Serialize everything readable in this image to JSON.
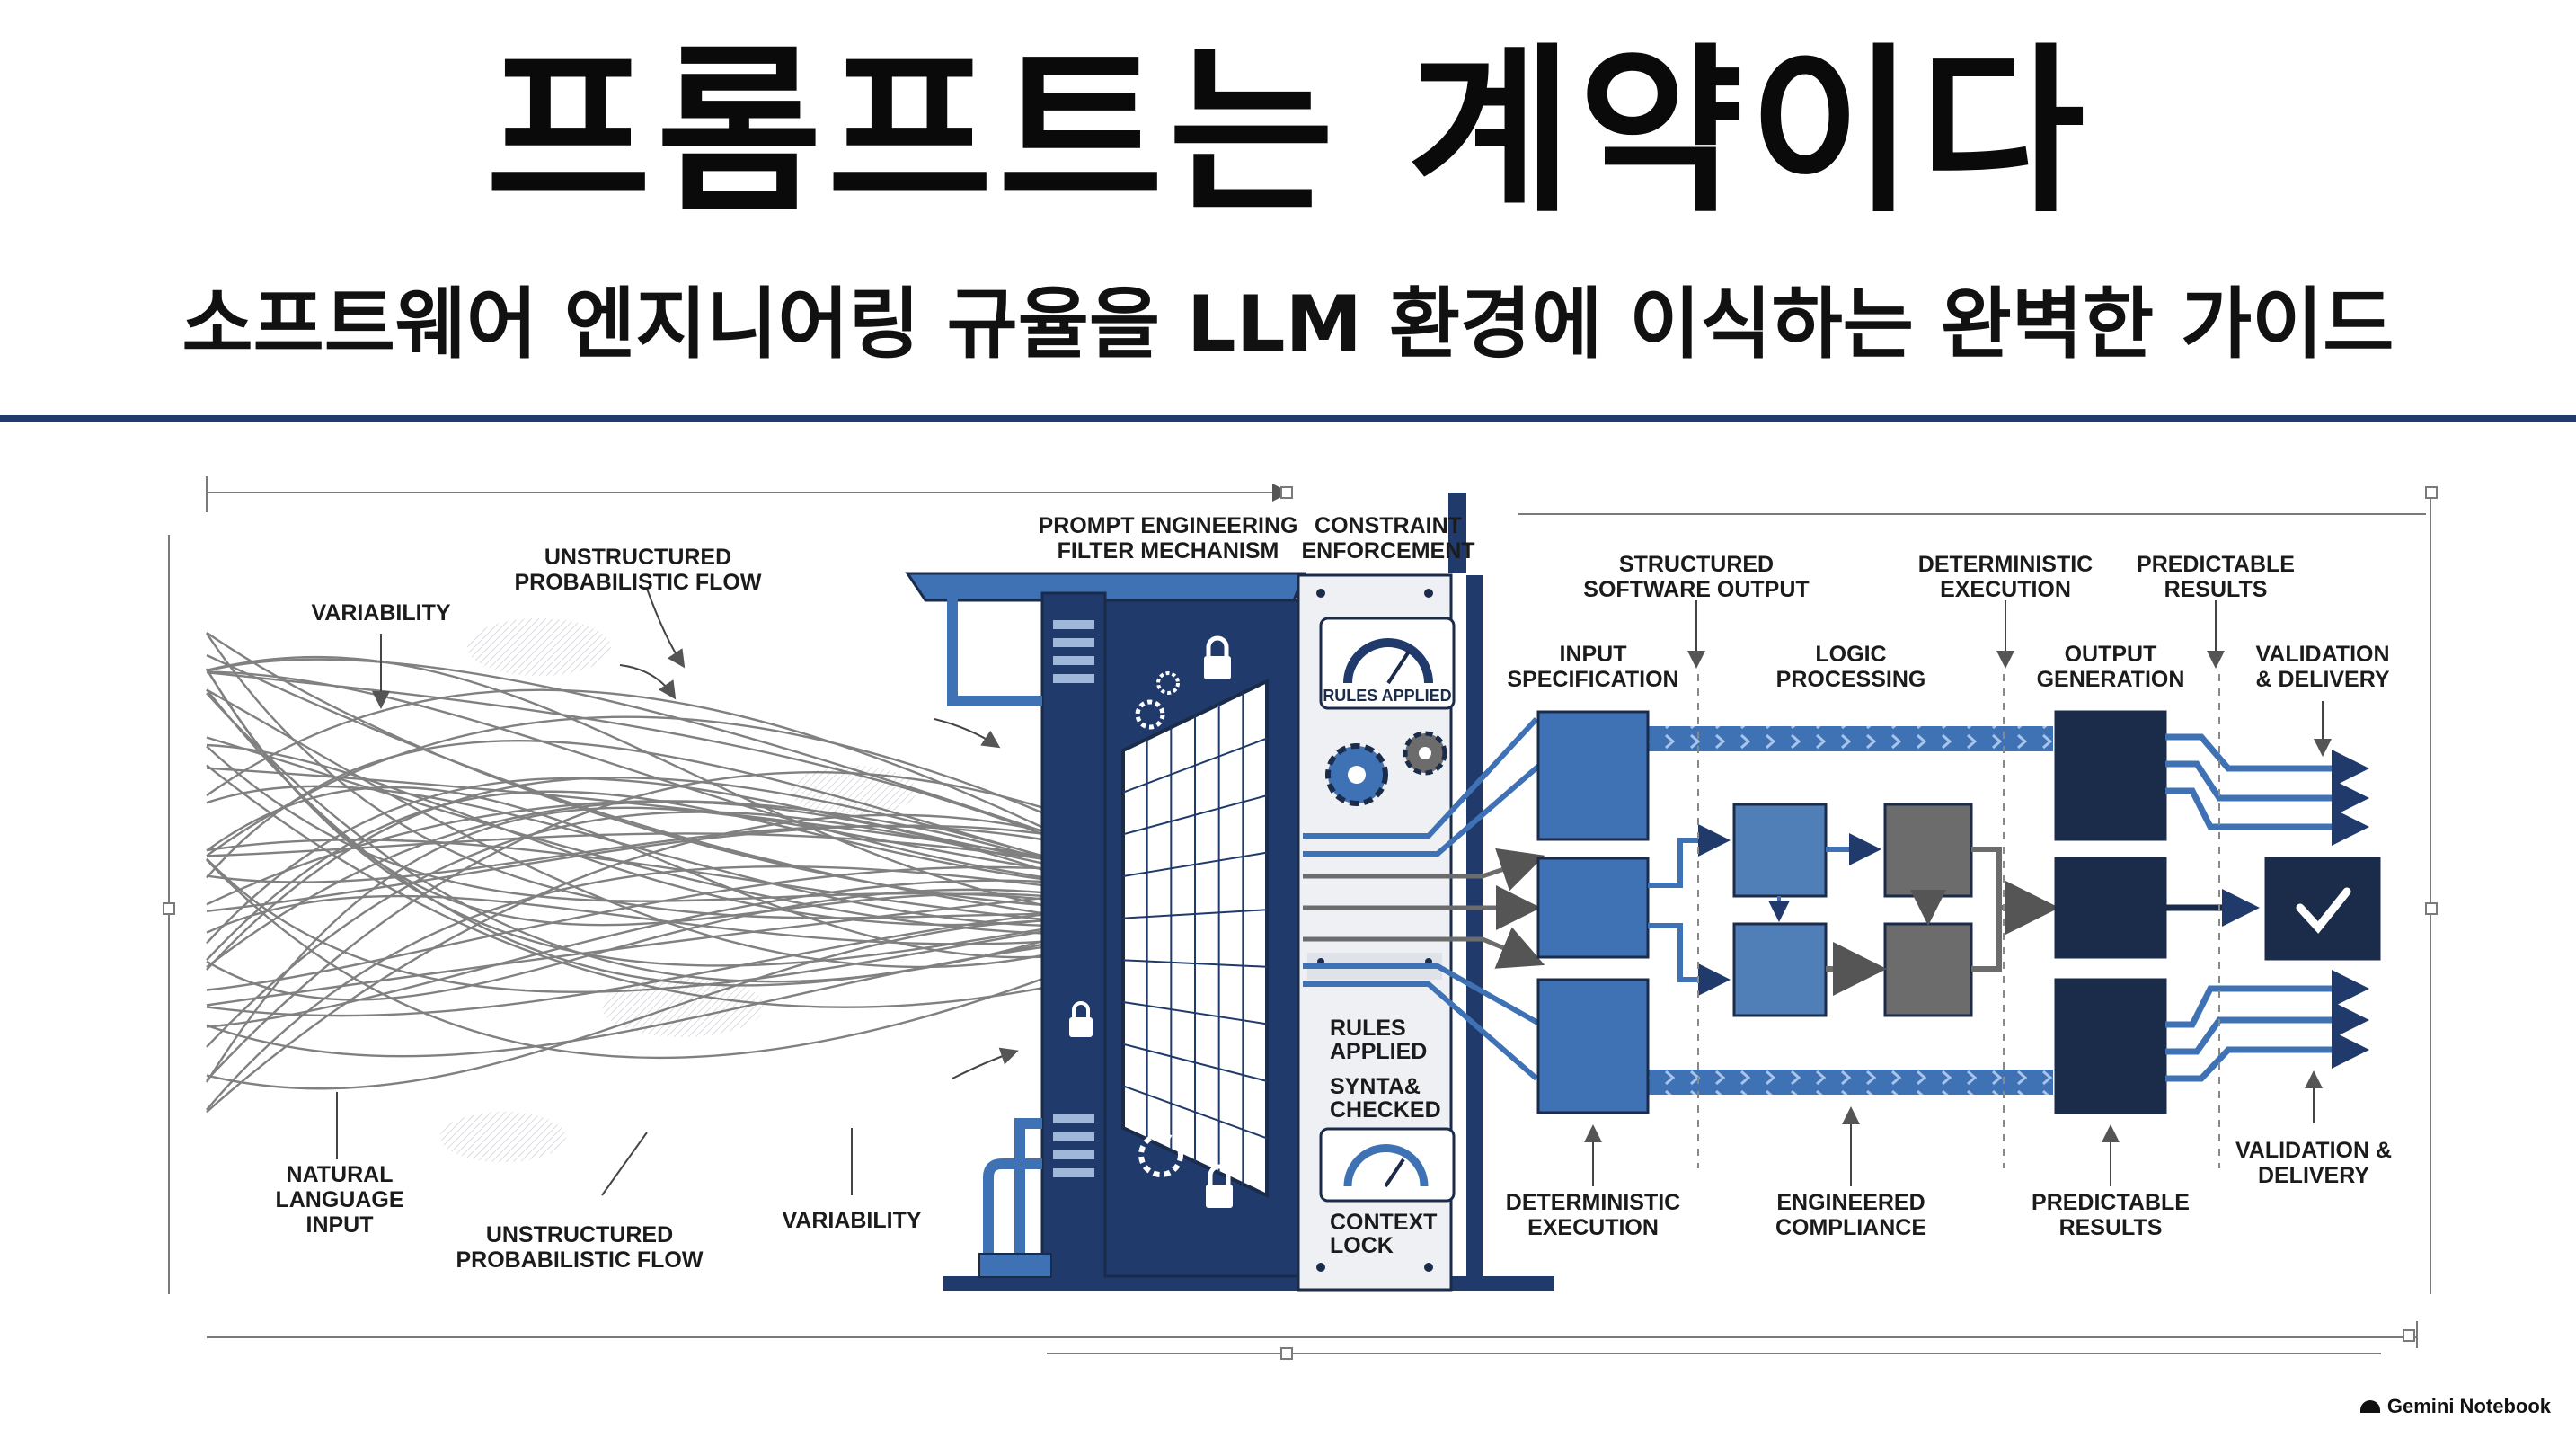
{
  "header": {
    "title": "프롬프트는 계약이다",
    "subtitle": "소프트웨어 엔지니어링 규율을 LLM 환경에 이식하는 완벽한 가이드"
  },
  "labels": {
    "unstructured_top": [
      "UNSTRUCTURED",
      "PROBABILISTIC FLOW"
    ],
    "variability_top": "VARIABILITY",
    "natural_language_input": [
      "NATURAL",
      "LANGUAGE",
      "INPUT"
    ],
    "unstructured_bottom": [
      "UNSTRUCTURED",
      "PROBABILISTIC FLOW"
    ],
    "variability_bottom": "VARIABILITY",
    "prompt_engineering": [
      "PROMPT ENGINEERING",
      "FILTER MECHANISM"
    ],
    "constraint_enforcement": [
      "CONSTRAINT",
      "ENFORCEMENT"
    ],
    "rules_applied_gauge": "RULES APPLIED",
    "rules_applied": [
      "RULES",
      "APPLIED"
    ],
    "syntax_checked": [
      "SYNTA&",
      "CHECKED"
    ],
    "context_lock": [
      "CONTEXT",
      "LOCK"
    ],
    "structured_software_output": [
      "STRUCTURED",
      "SOFTWARE OUTPUT"
    ],
    "deterministic_execution_top": [
      "DETERMINISTIC",
      "EXECUTION"
    ],
    "predictable_results_top": [
      "PREDICTABLE",
      "RESULTS"
    ],
    "input_specification": [
      "INPUT",
      "SPECIFICATION"
    ],
    "logic_processing": [
      "LOGIC",
      "PROCESSING"
    ],
    "output_generation": [
      "OUTPUT",
      "GENERATION"
    ],
    "validation_delivery_top": [
      "VALIDATION",
      "& DELIVERY"
    ],
    "validation_delivery_bottom": [
      "VALIDATION &",
      "DELIVERY"
    ],
    "deterministic_execution_bottom": [
      "DETERMINISTIC",
      "EXECUTION"
    ],
    "engineered_compliance": [
      "ENGINEERED",
      "COMPLIANCE"
    ],
    "predictable_results_bottom": [
      "PREDICTABLE",
      "RESULTS"
    ]
  },
  "footer": {
    "brand": "Gemini Notebook"
  },
  "colors": {
    "navy": "#1f3a6b",
    "blue": "#3f72b5",
    "mid_blue": "#4f7fb6",
    "grey": "#6c6c6c",
    "dark_navy": "#1b2b4a"
  },
  "icons": [
    "gear-icon",
    "lock-icon",
    "gauge-icon",
    "checkmark-icon",
    "arrow-icon"
  ]
}
